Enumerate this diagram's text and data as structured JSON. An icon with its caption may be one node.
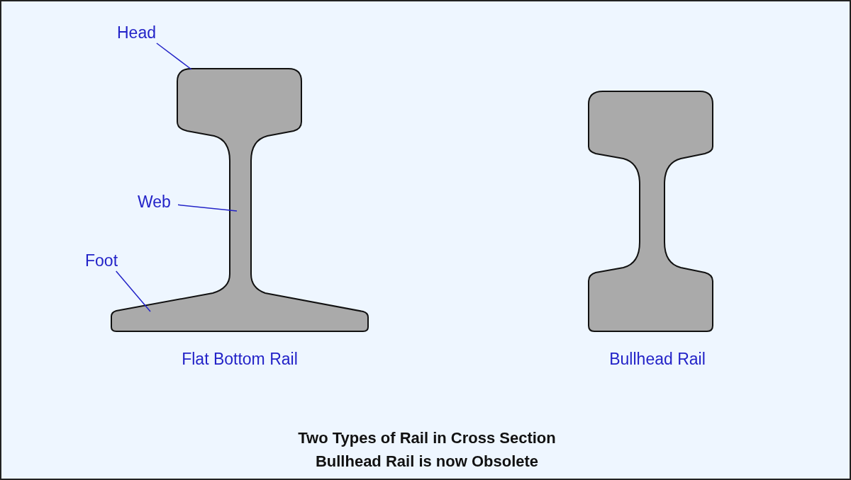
{
  "diagram": {
    "title": "Two Types of Rail in Cross Section",
    "caption": "Bullhead Rail is now Obsolete",
    "nodes": [
      {
        "text": [
          "Head"
        ]
      },
      {
        "text": [
          "Web"
        ]
      },
      {
        "text": [
          "Foot"
        ]
      }
    ],
    "edges": [
      {
        "from": 0,
        "to": null,
        "arrow": "none"
      },
      {
        "from": 1,
        "to": null,
        "arrow": "none"
      },
      {
        "from": 2,
        "to": null,
        "arrow": "none"
      }
    ],
    "labels": [
      "Flat Bottom Rail",
      "Bullhead Rail"
    ]
  }
}
